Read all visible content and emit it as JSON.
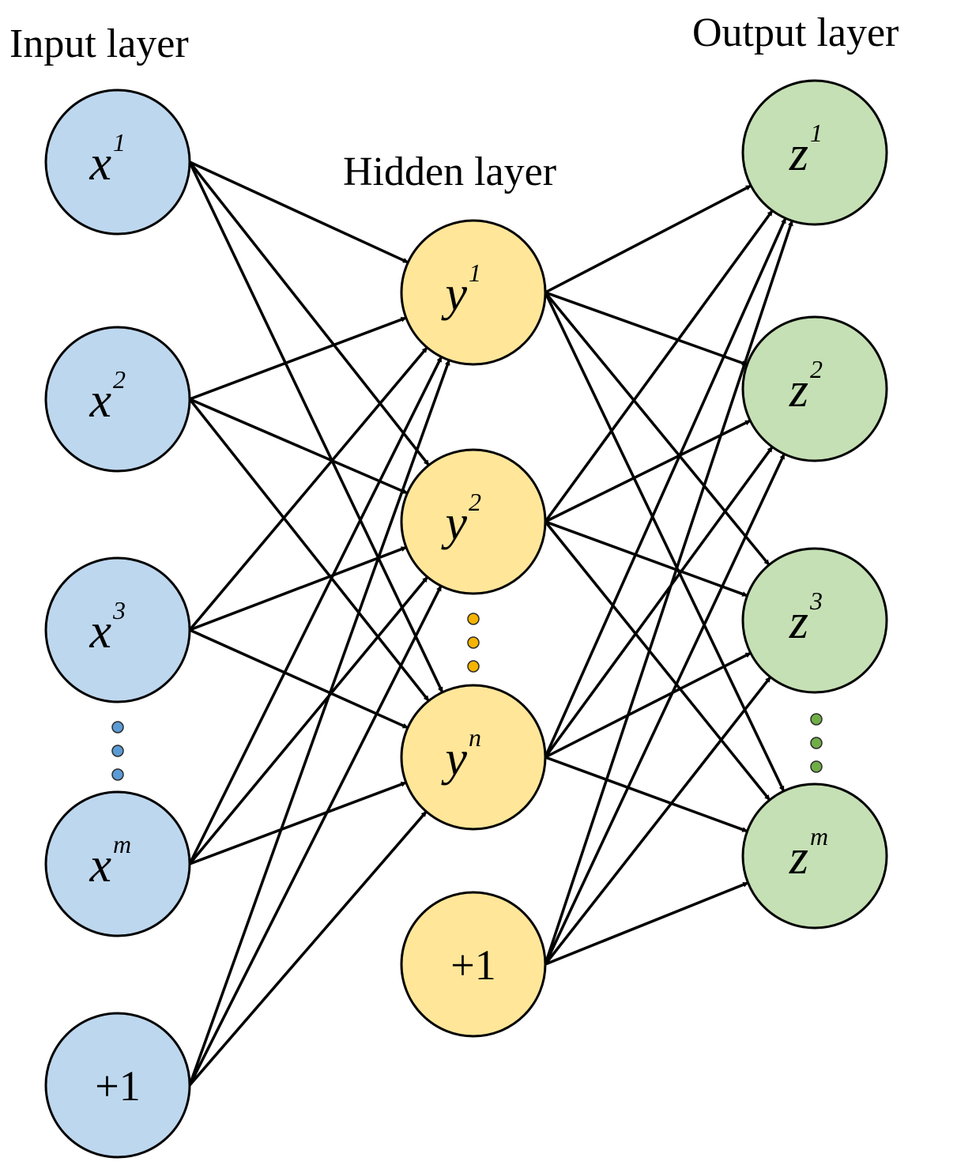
{
  "titles": {
    "input": "Input layer",
    "hidden": "Hidden layer",
    "output": "Output layer"
  },
  "colors": {
    "input_fill": "#bdd7ee",
    "input_dot": "#5b9bd5",
    "hidden_fill": "#ffe699",
    "hidden_dot": "#f4b400",
    "output_fill": "#c5e0b4",
    "output_dot": "#70ad47",
    "edge": "#000000"
  },
  "layers": {
    "input": {
      "nodes": [
        {
          "var": "x",
          "sup": "1"
        },
        {
          "var": "x",
          "sup": "2"
        },
        {
          "var": "x",
          "sup": "3"
        },
        {
          "var": "x",
          "sup": "m"
        },
        {
          "bias": "+1"
        }
      ]
    },
    "hidden": {
      "nodes": [
        {
          "var": "y",
          "sup": "1"
        },
        {
          "var": "y",
          "sup": "2"
        },
        {
          "var": "y",
          "sup": "n"
        },
        {
          "bias": "+1"
        }
      ]
    },
    "output": {
      "nodes": [
        {
          "var": "z",
          "sup": "1"
        },
        {
          "var": "z",
          "sup": "2"
        },
        {
          "var": "z",
          "sup": "3"
        },
        {
          "var": "z",
          "sup": "m"
        }
      ]
    }
  }
}
